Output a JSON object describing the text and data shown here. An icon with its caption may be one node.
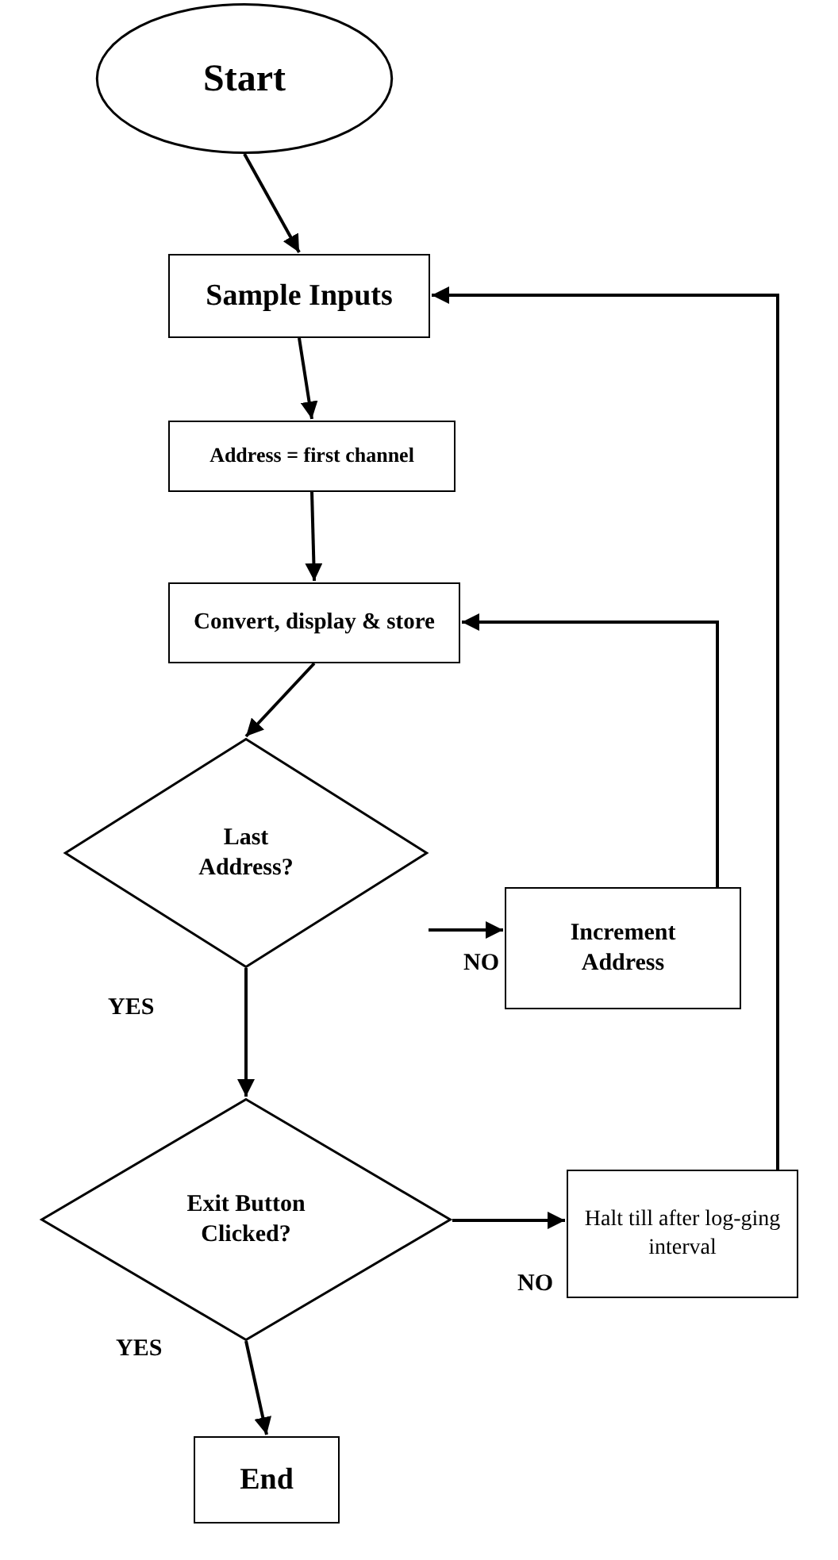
{
  "diagram": {
    "nodes": [
      {
        "text": [
          "Start"
        ]
      },
      {
        "text": [
          "Sample Inputs"
        ]
      },
      {
        "text": [
          "Address = first channel"
        ]
      },
      {
        "text": [
          "Convert, display & store"
        ]
      },
      {
        "text": [
          "Last Address?"
        ]
      },
      {
        "text": [
          "Increment Address"
        ]
      },
      {
        "text": [
          "Exit Button Clicked?"
        ]
      },
      {
        "text": [
          "Halt till after log-ging interval"
        ]
      },
      {
        "text": [
          "End"
        ]
      }
    ],
    "edges": [
      {
        "from": 0,
        "to": 1,
        "arrow": "to"
      },
      {
        "from": 1,
        "to": 2,
        "arrow": "to"
      },
      {
        "from": 2,
        "to": 3,
        "arrow": "to"
      },
      {
        "from": 3,
        "to": 4,
        "arrow": "to"
      },
      {
        "from": 4,
        "to": 5,
        "arrow": "to",
        "label": "NO"
      },
      {
        "from": 5,
        "to": 3,
        "arrow": "to"
      },
      {
        "from": 4,
        "to": 6,
        "arrow": "to",
        "label": "YES"
      },
      {
        "from": 6,
        "to": 7,
        "arrow": "to",
        "label": "NO"
      },
      {
        "from": 7,
        "to": 1,
        "arrow": "to"
      },
      {
        "from": 6,
        "to": 8,
        "arrow": "to",
        "label": "YES"
      }
    ]
  }
}
